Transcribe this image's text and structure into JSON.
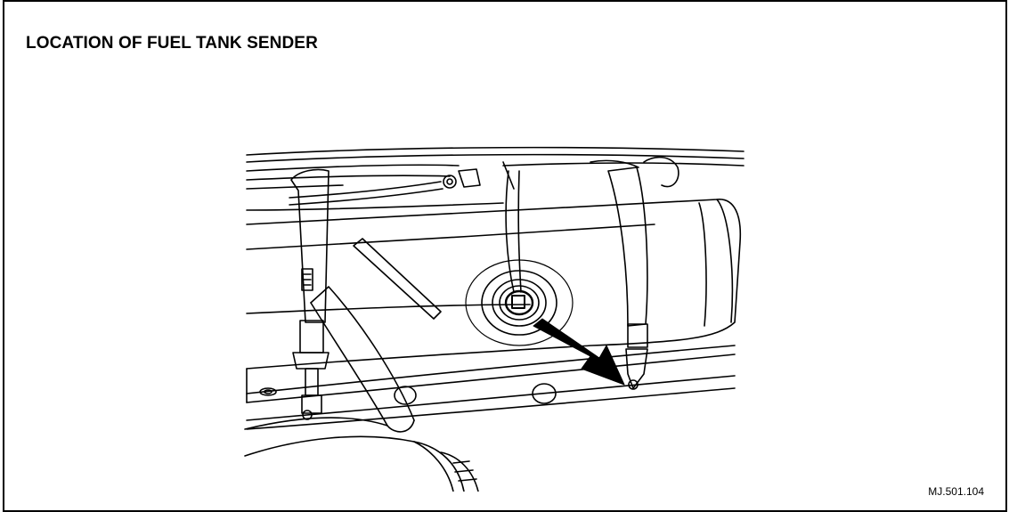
{
  "document": {
    "title": "LOCATION OF FUEL TANK SENDER",
    "figure_reference": "MJ.501.104"
  },
  "illustration": {
    "subject": "fuel-tank-underside",
    "callout": "arrow-pointing-to-sender-unit",
    "colors": {
      "line": "#000000",
      "background": "#ffffff",
      "arrow": "#000000"
    }
  }
}
